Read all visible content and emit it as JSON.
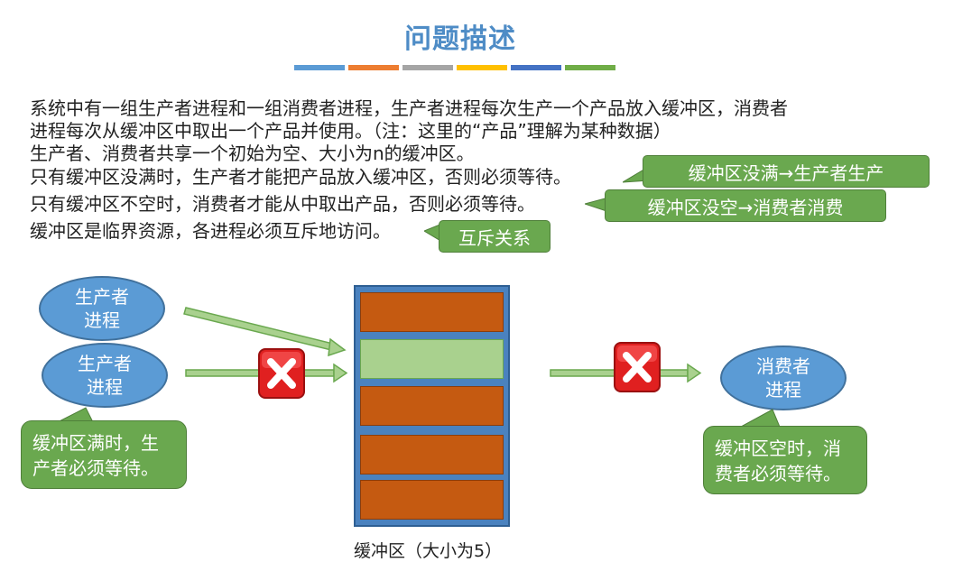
{
  "title": "问题描述",
  "title_bar_colors": [
    "#5b9bd5",
    "#ed7d31",
    "#a5a5a5",
    "#ffc000",
    "#4472c4",
    "#70ad47"
  ],
  "paragraph": {
    "line1": "系统中有一组生产者进程和一组消费者进程，生产者进程每次生产一个产品放入缓冲区，消费者",
    "line2": "进程每次从缓冲区中取出一个产品并使用。（注：这里的“产品”理解为某种数据）",
    "line3": "生产者、消费者共享一个初始为空、大小为n的缓冲区。",
    "line4": "只有缓冲区没满时，生产者才能把产品放入缓冲区，否则必须等待。",
    "line5": "只有缓冲区不空时，消费者才能从中取出产品，否则必须等待。",
    "line6": "缓冲区是临界资源，各进程必须互斥地访问。"
  },
  "callouts": {
    "producer_rule": "缓冲区没满→生产者生产",
    "consumer_rule": "缓冲区没空→消费者消费",
    "mutex": "互斥关系"
  },
  "diagram": {
    "producer1": "生产者\n进程",
    "producer2": "生产者\n进程",
    "consumer": "消费者\n进程",
    "producer_note": "缓冲区满时，生\n产者必须等待。",
    "consumer_note": "缓冲区空时，消\n费者必须等待。",
    "buffer_label": "缓冲区（大小为5）",
    "buffer_slots": [
      "full",
      "empty",
      "full",
      "full",
      "full"
    ],
    "colors": {
      "full_slot": "#c55a11",
      "empty_slot": "#a9d18e",
      "buffer_frame": "#4a82bf",
      "process": "#5b9bd5",
      "note": "#6aa84f",
      "block_mark": "#e02020"
    }
  }
}
